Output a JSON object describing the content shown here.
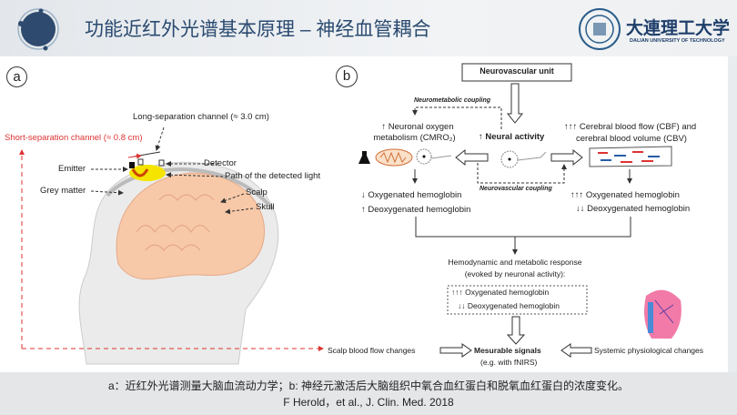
{
  "header": {
    "title": "功能近红外光谱基本原理 – 神经血管耦合",
    "university_cn": "大連理工大学",
    "university_en": "DALIAN UNIVERSITY OF TECHNOLOGY"
  },
  "panel_a": {
    "label": "a",
    "long_channel": "Long-separation channel (≈ 3.0 cm)",
    "short_channel": "Short-separation channel (≈ 0.8 cm)",
    "emitter": "Emitter",
    "detector": "Detector",
    "path": "Path of the detected light",
    "grey_matter": "Grey matter",
    "scalp": "Scalp",
    "skull": "Skull"
  },
  "panel_b": {
    "label": "b",
    "unit": "Neurovascular unit",
    "neurometabolic": "Neurometabolic coupling",
    "neurovascular": "Neurovascular coupling",
    "oxygen_l1": "↑ Neuronal oxygen",
    "oxygen_l2": "metabolism (CMRO₂)",
    "neural": "↑ Neural activity",
    "cbf_l1": "↑↑↑ Cerebral blood flow (CBF) and",
    "cbf_l2": "cerebral blood volume (CBV)",
    "left_oxy": "↓ Oxygenated hemoglobin",
    "left_deoxy": "↑ Deoxygenated hemoglobin",
    "right_oxy": "↑↑↑ Oxygenated hemoglobin",
    "right_deoxy": "↓↓ Deoxygenated hemoglobin",
    "response_l1": "Hemodynamic and metabolic response",
    "response_l2": "(evoked by neuronal activity):",
    "box_oxy": "↑↑↑ Oxygenated hemoglobin",
    "box_deoxy": "↓↓ Deoxygenated hemoglobin",
    "scalp_changes": "Scalp blood flow changes",
    "signals": "Mesurable signals",
    "signals_sub": "(e.g. with fNIRS)",
    "systemic": "Systemic physiological changes"
  },
  "caption": {
    "line1": "a：近红外光谱测量大脑血流动力学；b: 神经元激活后大脑组织中氧合血红蛋白和脱氧血红蛋白的浓度变化。",
    "line2": "F Herold，et al., J. Clin. Med. 2018"
  }
}
